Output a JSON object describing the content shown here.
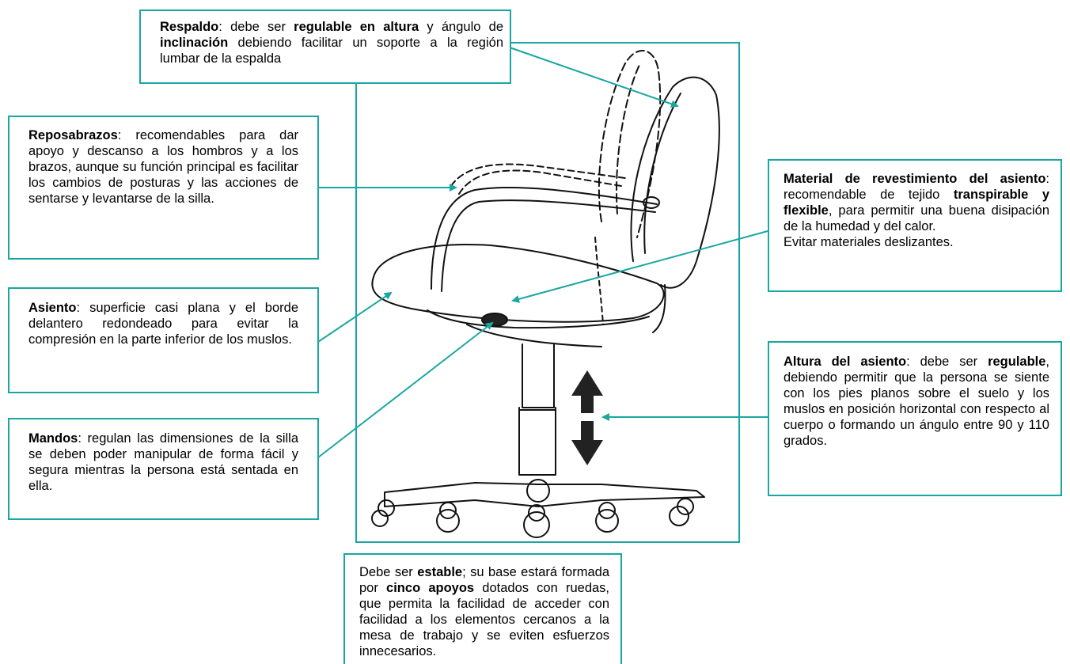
{
  "accent_color": "#1aa7a1",
  "callouts": {
    "respaldo": {
      "term": "Respaldo",
      "t1": ": debe ser ",
      "b1": "regulable en altura",
      "t2": " y ángulo de ",
      "b2": "inclinación",
      "t3": " debiendo facilitar un soporte a la región lumbar de la espalda"
    },
    "reposabrazos": {
      "term": "Reposabrazos",
      "t1": ": recomendables para dar apoyo y descanso a los hombros y a los brazos, aunque su función principal es facilitar los cambios de posturas y las acciones de sentarse y levantarse de la silla."
    },
    "asiento": {
      "term": "Asiento",
      "t1": ": superficie casi plana y el borde delantero redondeado para evitar la compresión en la parte inferior de los muslos."
    },
    "mandos": {
      "term": "Mandos",
      "t1": ": regulan las dimensiones de la silla se deben poder manipular de forma fácil y segura mientras la persona está sentada en ella."
    },
    "material": {
      "term": "Material de revestimiento del asiento",
      "t1": ": recomendable de tejido ",
      "b1": "transpirable y flexible",
      "t2": ", para permitir una buena disipación de la humedad y del calor.",
      "t3": "Evitar materiales deslizantes."
    },
    "altura": {
      "term": "Altura del asiento",
      "t1": ": debe ser ",
      "b1": "regulable",
      "t2": ", debiendo permitir que la persona se siente con los pies planos sobre el suelo y los muslos en posición horizontal con respecto al cuerpo o formando un ángulo entre 90 y 110 grados."
    },
    "base": {
      "t0": "Debe ser ",
      "b0": "estable",
      "t1": "; su base estará formada por ",
      "b1": "cinco apoyos",
      "t2": " dotados con ruedas, que permita la facilidad de acceder con facilidad a los elementos cercanos a la mesa de trabajo y se eviten esfuerzos innecesarios."
    }
  }
}
